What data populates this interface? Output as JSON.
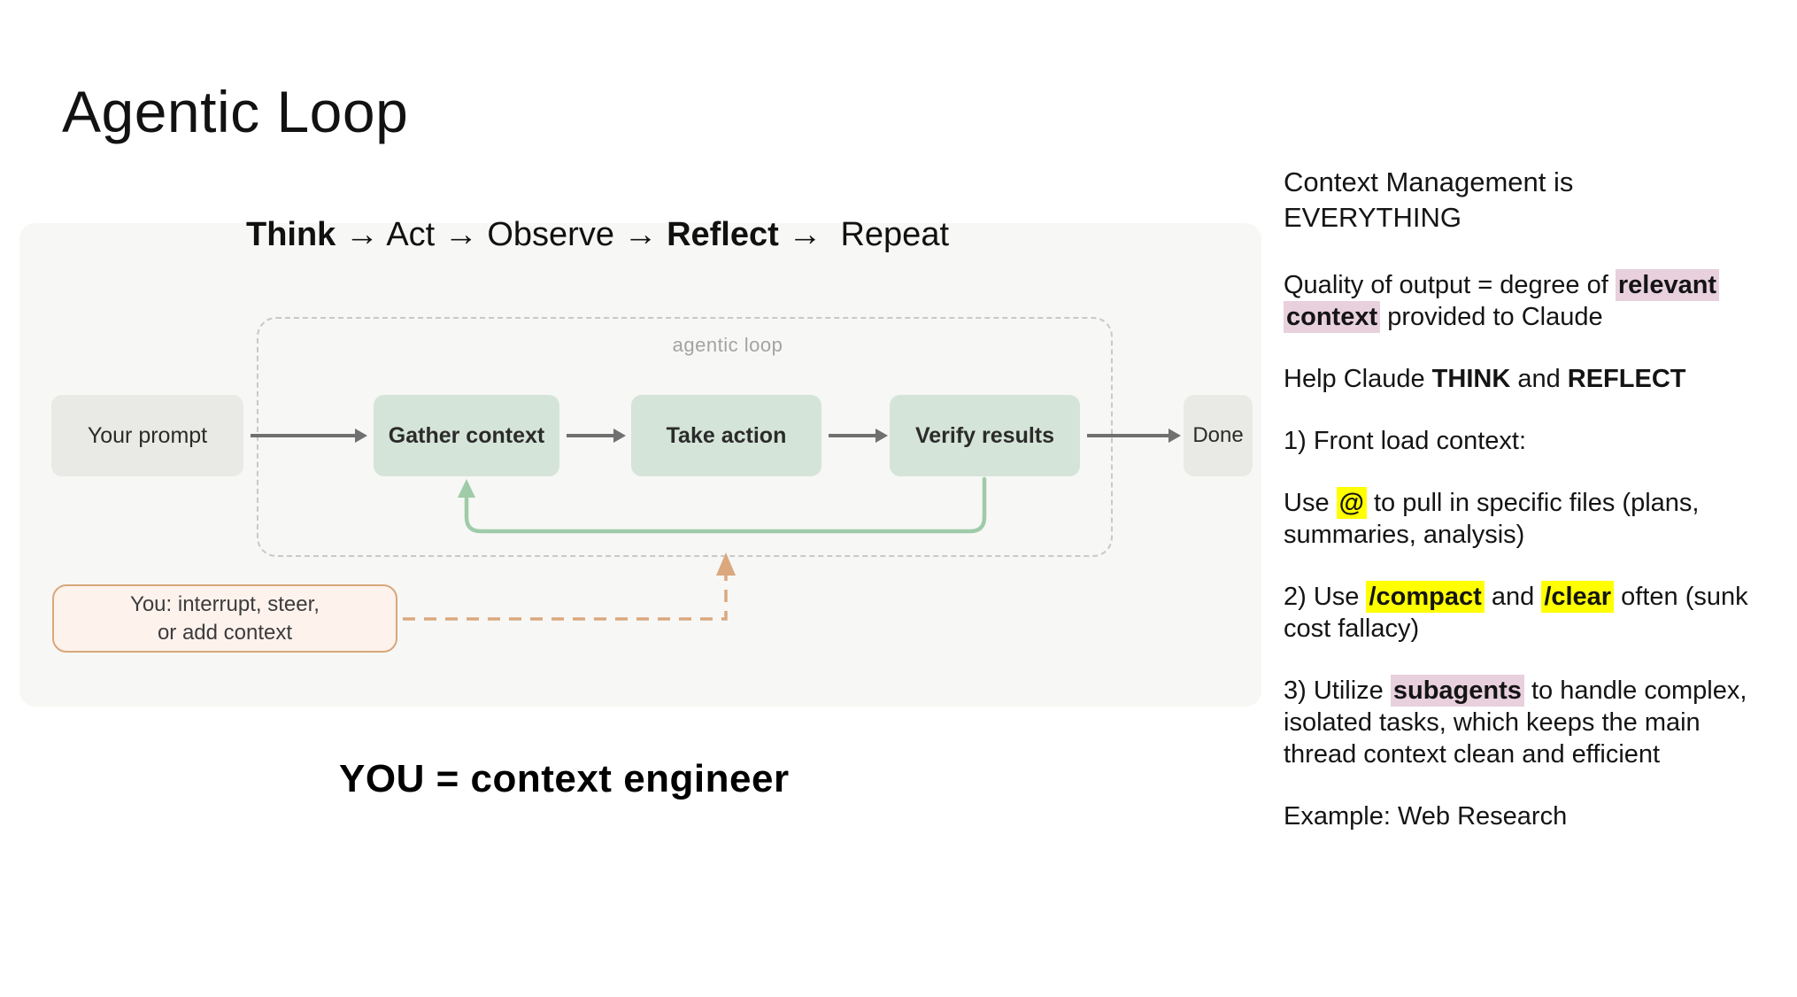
{
  "title": "Agentic Loop",
  "subtitle": {
    "runs": [
      {
        "t": "Think",
        "b": true
      },
      {
        "t": " → Act → Observe → "
      },
      {
        "t": "Reflect",
        "b": true
      },
      {
        "t": " →  Repeat"
      }
    ]
  },
  "diagram": {
    "loop_label": "agentic loop",
    "your_prompt": "Your prompt",
    "gather_context": "Gather context",
    "take_action": "Take action",
    "verify_results": "Verify results",
    "done": "Done",
    "interrupt_note": {
      "runs": [
        {
          "t": "You: interrupt, steer,"
        },
        {
          "br": true
        },
        {
          "t": "or add context"
        }
      ]
    }
  },
  "tagline": "YOU = context engineer",
  "sidebar": {
    "heading": {
      "runs": [
        {
          "t": "Context Management is"
        },
        {
          "br": true
        },
        {
          "t": "EVERYTHING"
        }
      ]
    },
    "paragraphs": [
      {
        "runs": [
          {
            "t": "Quality of output = degree of "
          },
          {
            "t": "relevant",
            "b": true,
            "hl": "pink"
          },
          {
            "br": true
          },
          {
            "t": "context",
            "b": true,
            "hl": "pink"
          },
          {
            "t": " provided to Claude"
          }
        ]
      },
      {
        "runs": [
          {
            "t": "Help Claude "
          },
          {
            "t": "THINK",
            "b": true
          },
          {
            "t": " and "
          },
          {
            "t": "REFLECT",
            "b": true
          }
        ]
      },
      {
        "runs": [
          {
            "t": "1) Front load context:"
          }
        ]
      },
      {
        "runs": [
          {
            "t": "Use "
          },
          {
            "t": "@",
            "b": true,
            "hl": "yellow"
          },
          {
            "t": " to pull in specific files (plans,"
          },
          {
            "br": true
          },
          {
            "t": "summaries, analysis)"
          }
        ]
      },
      {
        "runs": [
          {
            "t": "2) Use "
          },
          {
            "t": "/compact",
            "b": true,
            "hl": "yellow"
          },
          {
            "t": " and "
          },
          {
            "t": "/clear",
            "b": true,
            "hl": "yellow"
          },
          {
            "t": " often (sunk"
          },
          {
            "br": true
          },
          {
            "t": "cost fallacy)"
          }
        ]
      },
      {
        "runs": [
          {
            "t": "3) Utilize "
          },
          {
            "t": "subagents",
            "b": true,
            "hl": "pink"
          },
          {
            "t": " to handle complex,"
          },
          {
            "br": true
          },
          {
            "t": "isolated tasks, which keeps the main"
          },
          {
            "br": true
          },
          {
            "t": "thread context clean and efficient"
          }
        ]
      },
      {
        "runs": [
          {
            "t": "Example: Web Research"
          }
        ]
      }
    ]
  },
  "colors": {
    "page_bg": "#ffffff",
    "panel_bg": "#f7f7f5",
    "green_box": "#d5e4d8",
    "gray_box": "#e9e9e5",
    "box_text": "#2b2b2b",
    "loop_dash": "#c9c9c9",
    "loop_label": "#a3a3a3",
    "arrow_gray": "#707070",
    "arrow_green": "#9fcba8",
    "orange_border": "#d8a77b",
    "orange_fill": "#fdf2ec",
    "orange_arrow": "#dba87e",
    "hl_pink": "#e8d0dd",
    "hl_yellow": "#ffff00",
    "text": "#1c1c1c"
  }
}
